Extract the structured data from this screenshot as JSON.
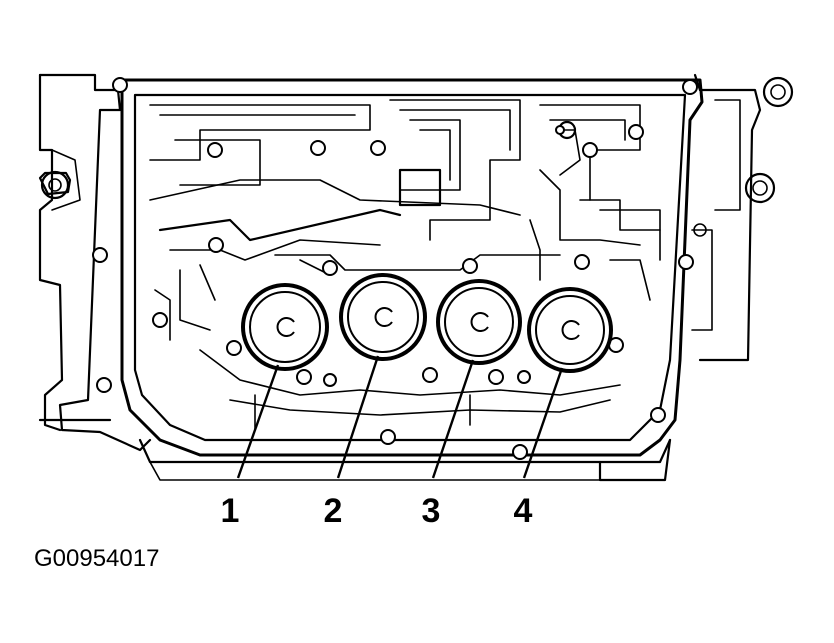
{
  "callouts": [
    {
      "label": "1"
    },
    {
      "label": "2"
    },
    {
      "label": "3"
    },
    {
      "label": "4"
    }
  ],
  "figure_id": "G00954017"
}
